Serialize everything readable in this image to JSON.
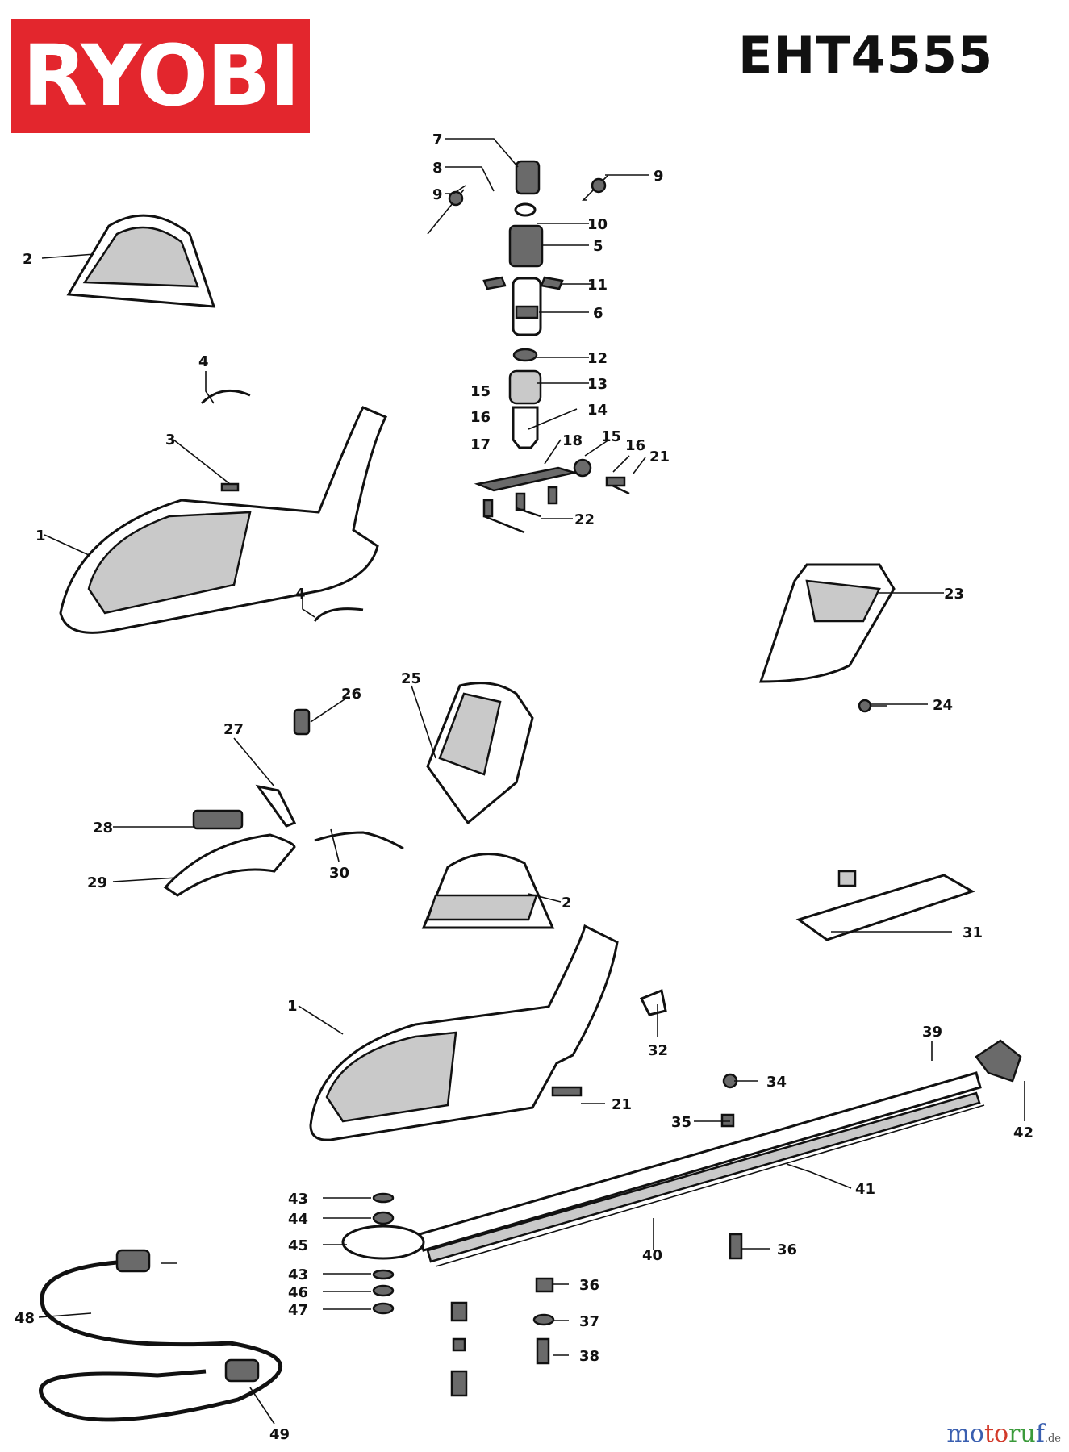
{
  "brand": "RYOBI",
  "model": "EHT4555",
  "watermark": {
    "part1": "mo",
    "part2": "to",
    "part3": "ru",
    "part4": "f",
    "tld": ".de"
  },
  "colors": {
    "brand_red": "#e3262d",
    "ink": "#111111"
  },
  "callouts": [
    {
      "id": "c7a",
      "text": "7"
    },
    {
      "id": "c8a",
      "text": "8"
    },
    {
      "id": "c9a",
      "text": "9"
    },
    {
      "id": "c9b",
      "text": "9"
    },
    {
      "id": "c10",
      "text": "10"
    },
    {
      "id": "c5",
      "text": "5"
    },
    {
      "id": "c11",
      "text": "11"
    },
    {
      "id": "c6",
      "text": "6"
    },
    {
      "id": "c12",
      "text": "12"
    },
    {
      "id": "c13",
      "text": "13"
    },
    {
      "id": "c15a",
      "text": "15"
    },
    {
      "id": "c16a",
      "text": "16"
    },
    {
      "id": "c17",
      "text": "17"
    },
    {
      "id": "c14",
      "text": "14"
    },
    {
      "id": "c18",
      "text": "18"
    },
    {
      "id": "c15b",
      "text": "15"
    },
    {
      "id": "c16b",
      "text": "16"
    },
    {
      "id": "c21a",
      "text": "21"
    },
    {
      "id": "c22",
      "text": "22"
    },
    {
      "id": "c2a",
      "text": "2"
    },
    {
      "id": "c4a",
      "text": "4"
    },
    {
      "id": "c3",
      "text": "3"
    },
    {
      "id": "c1a",
      "text": "1"
    },
    {
      "id": "c4b",
      "text": "4"
    },
    {
      "id": "c23",
      "text": "23"
    },
    {
      "id": "c24",
      "text": "24"
    },
    {
      "id": "c25",
      "text": "25"
    },
    {
      "id": "c26",
      "text": "26"
    },
    {
      "id": "c27",
      "text": "27"
    },
    {
      "id": "c28",
      "text": "28"
    },
    {
      "id": "c29",
      "text": "29"
    },
    {
      "id": "c30",
      "text": "30"
    },
    {
      "id": "c2b",
      "text": "2"
    },
    {
      "id": "c31",
      "text": "31"
    },
    {
      "id": "c1b",
      "text": "1"
    },
    {
      "id": "c32",
      "text": "32"
    },
    {
      "id": "c21b",
      "text": "21"
    },
    {
      "id": "c39",
      "text": "39"
    },
    {
      "id": "c42",
      "text": "42"
    },
    {
      "id": "c34",
      "text": "34"
    },
    {
      "id": "c35",
      "text": "35"
    },
    {
      "id": "c41",
      "text": "41"
    },
    {
      "id": "c43a",
      "text": "43"
    },
    {
      "id": "c44",
      "text": "44"
    },
    {
      "id": "c45",
      "text": "45"
    },
    {
      "id": "c43b",
      "text": "43"
    },
    {
      "id": "c46",
      "text": "46"
    },
    {
      "id": "c47",
      "text": "47"
    },
    {
      "id": "c40",
      "text": "40"
    },
    {
      "id": "c36a",
      "text": "36"
    },
    {
      "id": "c36b",
      "text": "36"
    },
    {
      "id": "c37",
      "text": "37"
    },
    {
      "id": "c38",
      "text": "38"
    },
    {
      "id": "c48",
      "text": "48"
    },
    {
      "id": "c49",
      "text": "49"
    }
  ]
}
